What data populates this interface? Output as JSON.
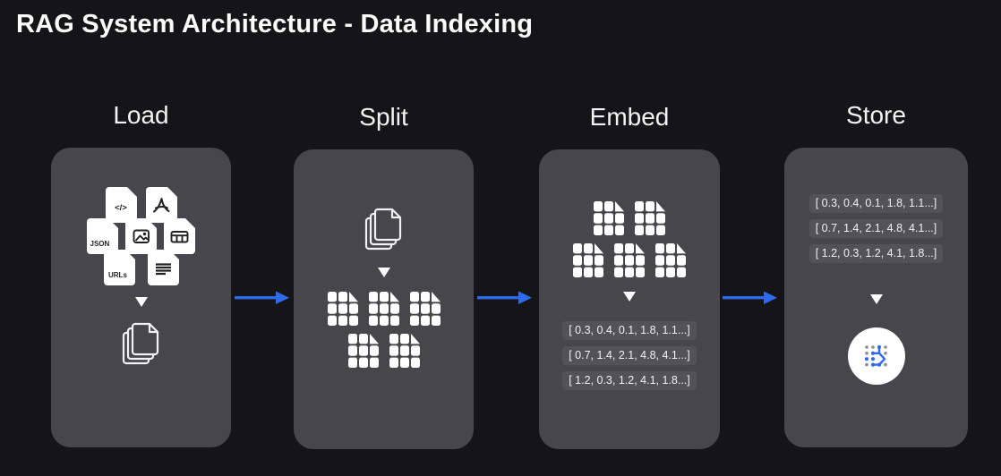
{
  "title": "RAG System Architecture - Data Indexing",
  "stages": [
    {
      "label": "Load"
    },
    {
      "label": "Split"
    },
    {
      "label": "Embed",
      "vectors": [
        "[ 0.3, 0.4, 0.1, 1.8, 1.1...]",
        "[ 0.7, 1.4, 2.1, 4.8, 4.1...]",
        "[ 1.2, 0.3, 1.2, 4.1, 1.8...]"
      ]
    },
    {
      "label": "Store",
      "vectors": [
        "[ 0.3, 0.4, 0.1, 1.8, 1.1...]",
        "[ 0.7, 1.4, 2.1, 4.8, 4.1...]",
        "[ 1.2, 0.3, 1.2, 4.1, 1.8...]"
      ]
    }
  ],
  "file_badges": {
    "code": "</>",
    "json": "JSON",
    "urls": "URLs"
  },
  "icons": {
    "load_files": [
      "code-file-icon",
      "pdf-file-icon",
      "json-file-icon",
      "image-file-icon",
      "table-file-icon",
      "urls-file-icon",
      "text-file-icon"
    ],
    "document_stack": "document-stack-icon",
    "chunk": "chunk-grid-icon",
    "flow_arrow": "right-arrow-icon",
    "down_arrow": "down-triangle-icon",
    "store_logo": "vector-db-logo-icon"
  },
  "colors": {
    "background": "#151518",
    "panel": "#47474b",
    "chip": "#525257",
    "arrow_blue": "#2e6af0",
    "icon_white": "#ffffff",
    "title_text": "#fafafa"
  }
}
